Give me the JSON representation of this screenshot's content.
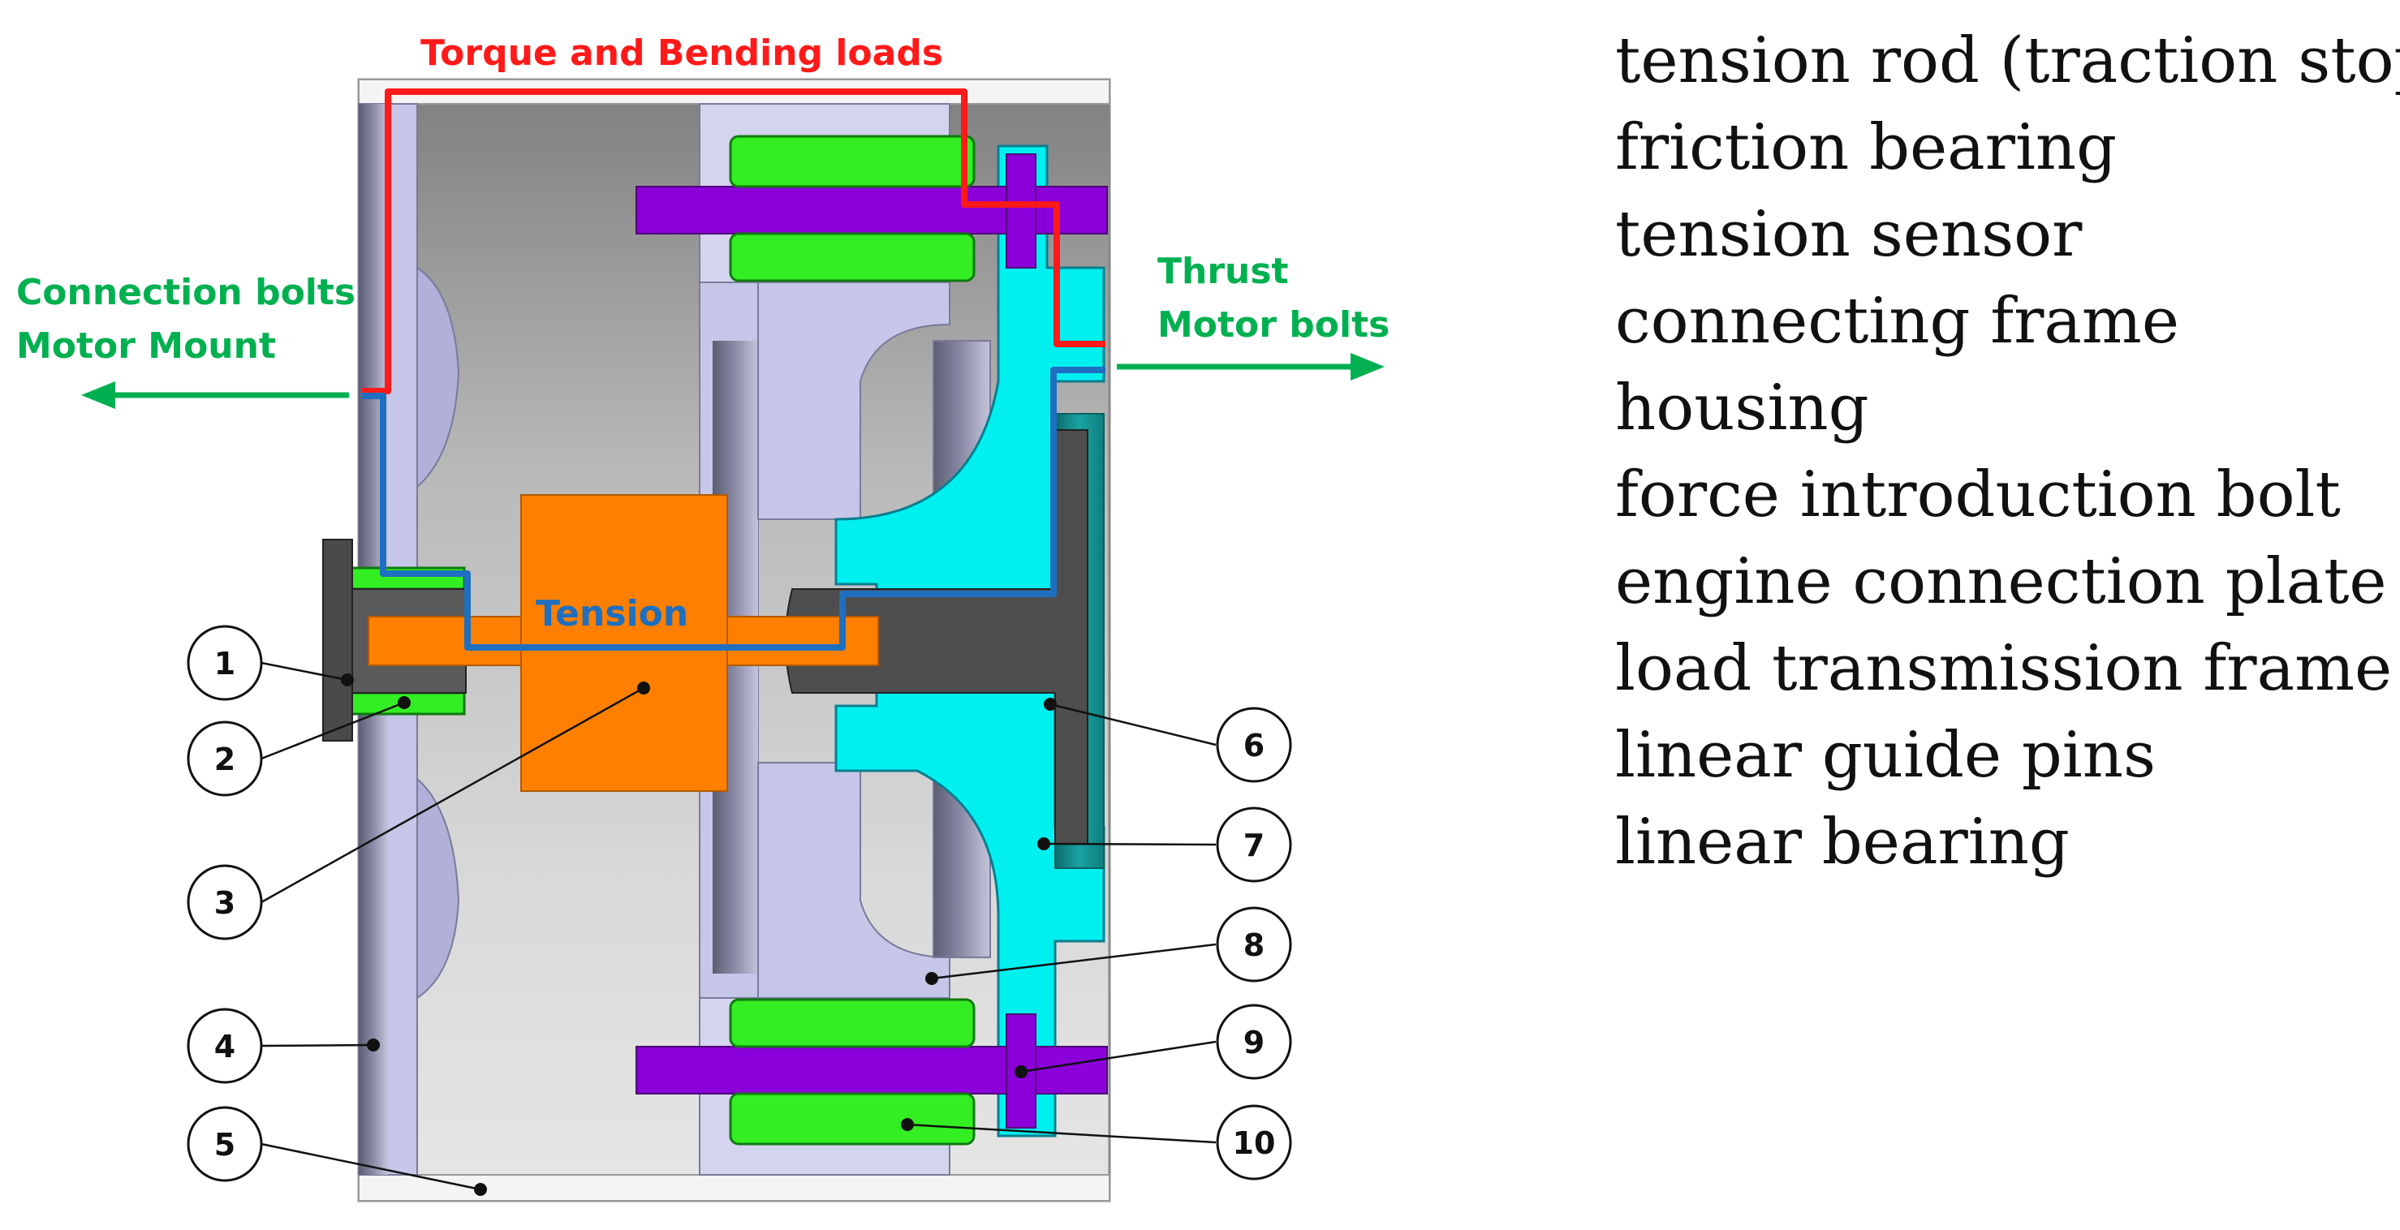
{
  "colors": {
    "torque_path": "#ff1a1a",
    "tension_path": "#1e6fbf",
    "callout_green": "#00b050",
    "rod": "#ff8000",
    "pins": "#8b00d9",
    "bearing": "#33ee22",
    "plate": "#00f0f0",
    "frame": "#c8c8ee",
    "dark_part": "#505050",
    "housing_bg": "#c8c8c8"
  },
  "annotations": {
    "torque": "Torque and Bending loads",
    "connection_line1": "Connection bolts",
    "connection_line2": "Motor Mount",
    "thrust_line1": "Thrust",
    "thrust_line2": "Motor bolts",
    "tension": "Tension"
  },
  "callouts": [
    "1",
    "2",
    "3",
    "4",
    "5",
    "6",
    "7",
    "8",
    "9",
    "10"
  ],
  "legend": [
    "tension rod (traction stop)",
    "friction bearing",
    "tension sensor",
    "connecting frame",
    "housing",
    "force introduction bolt",
    "engine connection plate",
    "load transmission frame",
    "linear guide pins",
    "linear bearing"
  ]
}
